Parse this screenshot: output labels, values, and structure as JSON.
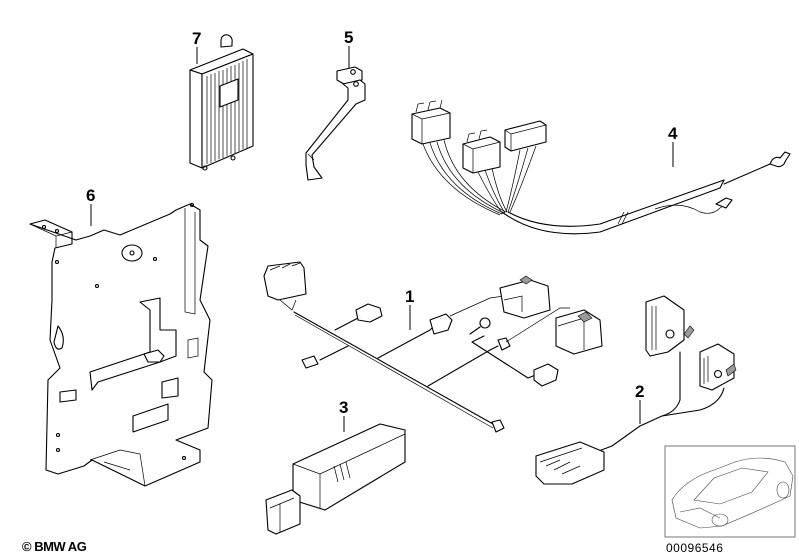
{
  "diagram": {
    "title": "Parts diagram",
    "callouts": [
      {
        "id": "1",
        "label": "1",
        "part": "wiring-harness-main"
      },
      {
        "id": "2",
        "label": "2",
        "part": "wiring-harness-adapter"
      },
      {
        "id": "3",
        "label": "3",
        "part": "control-module"
      },
      {
        "id": "4",
        "label": "4",
        "part": "wiring-harness-connectors"
      },
      {
        "id": "5",
        "label": "5",
        "part": "bracket"
      },
      {
        "id": "6",
        "label": "6",
        "part": "mounting-plate"
      },
      {
        "id": "7",
        "label": "7",
        "part": "amplifier-unit"
      }
    ],
    "copyright": "© BMW AG",
    "image_id": "00096546",
    "thumbnail": "vehicle-location-thumbnail"
  }
}
